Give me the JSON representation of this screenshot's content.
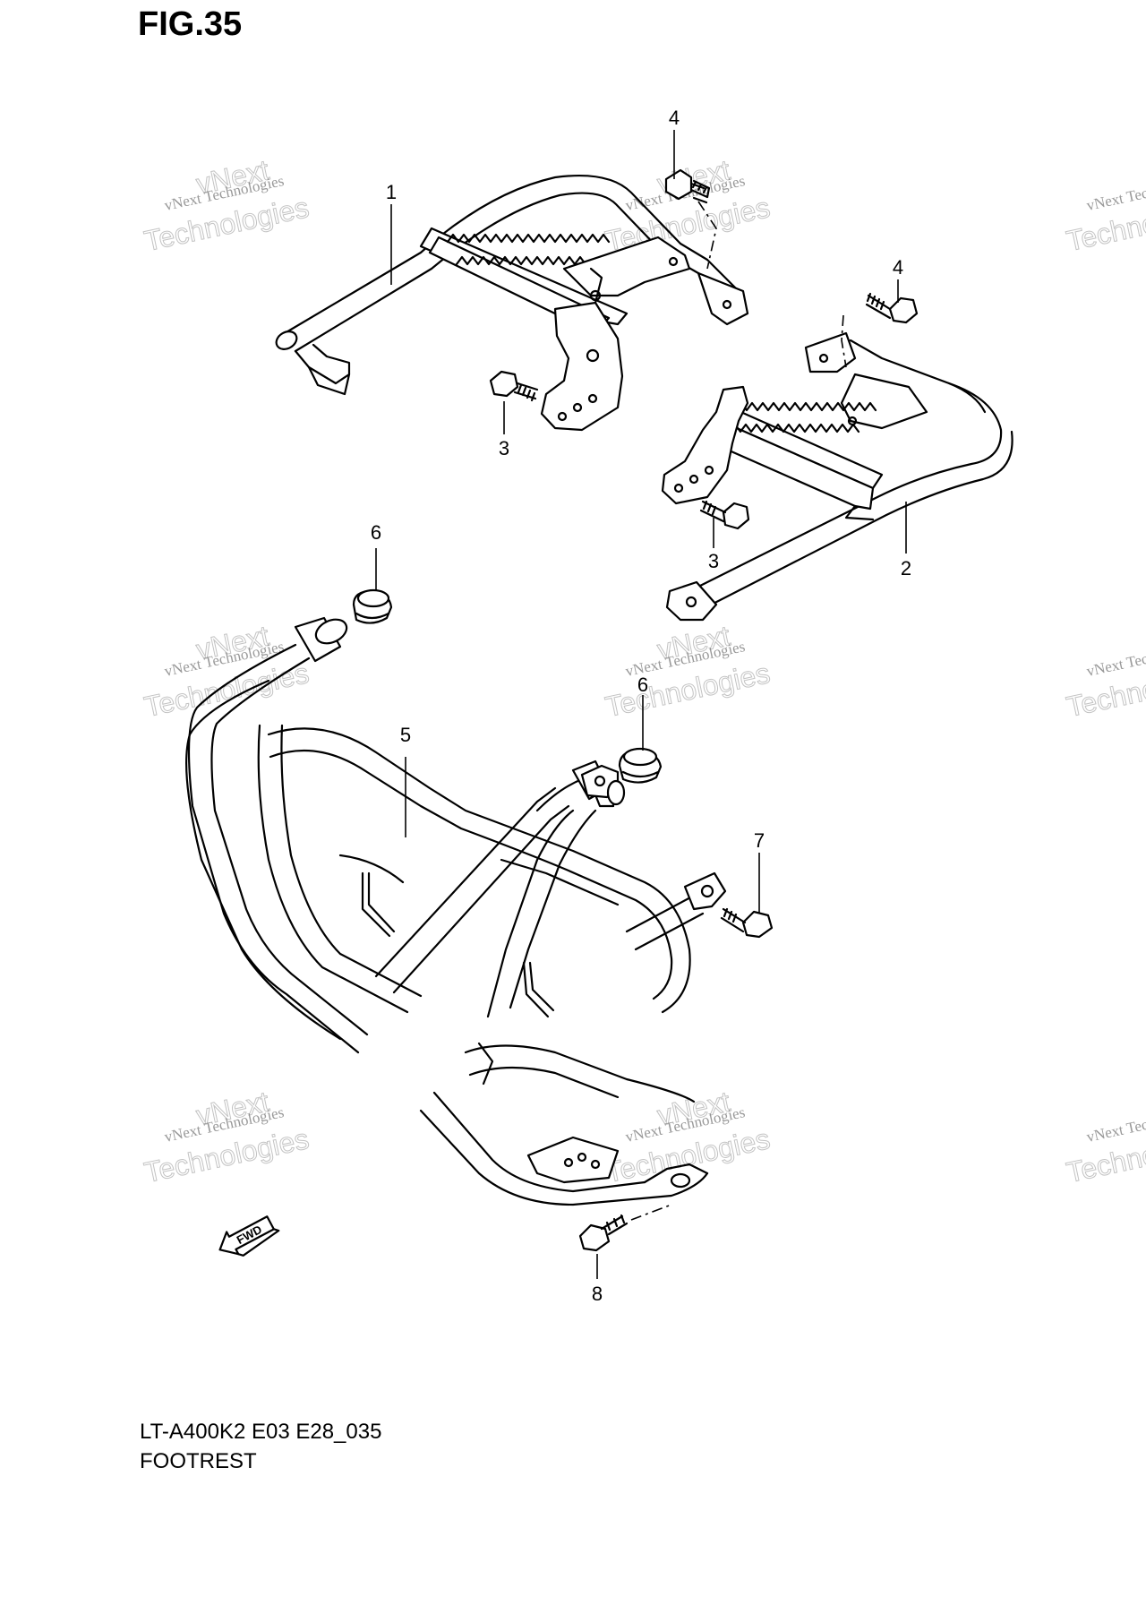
{
  "figure": {
    "title": "FIG.35",
    "model_code": "LT-A400K2 E03 E28_035",
    "section_name": "FOOTREST"
  },
  "callouts": [
    "1",
    "2",
    "3",
    "3",
    "4",
    "4",
    "5",
    "6",
    "6",
    "7",
    "8"
  ],
  "watermark": {
    "line1": "vNext Technologies",
    "line2": "Technologies",
    "line3": "vNext"
  },
  "direction_marker": "FWD"
}
